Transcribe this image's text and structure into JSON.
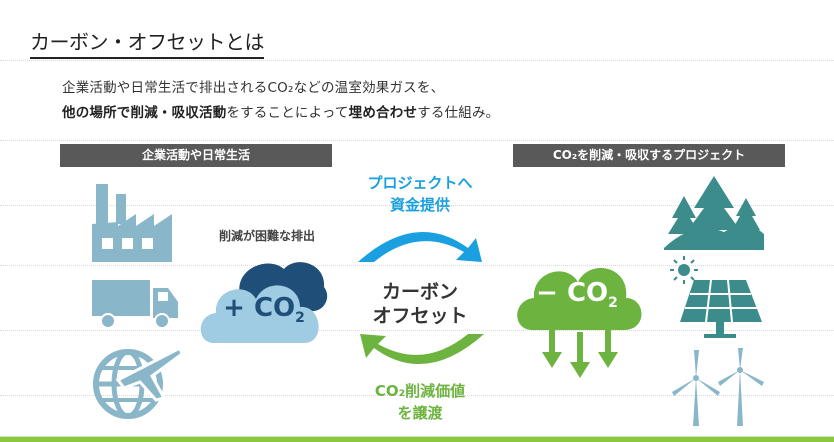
{
  "title": "カーボン・オフセットとは",
  "intro": {
    "line1": "企業活動や日常生活で排出されるCO₂などの温室効果ガスを、",
    "line2_part1": "他の場所で削減・吸収活動",
    "line2_part2": "をすることによって",
    "line2_part3": "埋め合わせ",
    "line2_part4": "する仕組み。"
  },
  "left_band": "企業活動や日常生活",
  "right_band": "CO₂を削減・吸収するプロジェクト",
  "difficult_label": "削減が困難な排出",
  "plus_co2": {
    "sign": "+",
    "text": "CO",
    "sub": "2"
  },
  "minus_co2": {
    "sign": "−",
    "text": "CO",
    "sub": "2"
  },
  "top_arrow_label": {
    "line1": "プロジェクトへ",
    "line2": "資金提供"
  },
  "center_label": {
    "line1": "カーボン",
    "line2": "オフセット"
  },
  "bottom_arrow_label": {
    "line1": "CO₂削減価値",
    "line2": "を譲渡"
  },
  "colors": {
    "blue_icon": "#8ab6c9",
    "blue_arrow": "#1aa0e0",
    "green": "#6db33f",
    "teal": "#3d8c8c",
    "band": "#595959"
  },
  "icons": [
    "factory-icon",
    "truck-icon",
    "airplane-globe-icon",
    "forest-icon",
    "solar-panel-icon",
    "wind-turbine-icon"
  ]
}
